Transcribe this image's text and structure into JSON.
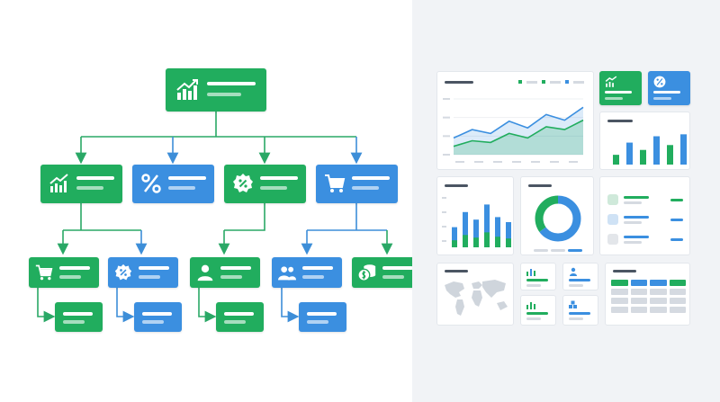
{
  "colors": {
    "green": "#21ad5e",
    "blue": "#3b8fe0",
    "arrow_green": "#2aa866",
    "arrow_blue": "#3d8ed8",
    "panel_bg": "#f1f3f6",
    "gray_bar": "#d5dae1",
    "dark_bar": "#4b5563"
  },
  "flowchart": {
    "root": {
      "color": "green",
      "icon": "trending-up-chart-icon"
    },
    "level2": [
      {
        "color": "green",
        "icon": "bar-chart-icon"
      },
      {
        "color": "blue",
        "icon": "percent-icon"
      },
      {
        "color": "green",
        "icon": "discount-badge-icon"
      },
      {
        "color": "blue",
        "icon": "shopping-cart-icon"
      }
    ],
    "level3": [
      {
        "color": "green",
        "icon": "shopping-cart-icon"
      },
      {
        "color": "blue",
        "icon": "discount-badge-icon"
      },
      {
        "color": "green",
        "icon": "user-icon"
      },
      {
        "color": "blue",
        "icon": "users-icon"
      },
      {
        "color": "green",
        "icon": "coins-icon"
      }
    ],
    "level4": [
      {
        "color": "green"
      },
      {
        "color": "blue"
      },
      {
        "color": "green"
      },
      {
        "color": "blue"
      }
    ]
  },
  "dashboard": {
    "kpi_tiles": [
      {
        "color": "green",
        "icon": "trending-up-icon"
      },
      {
        "color": "blue",
        "icon": "percent-icon"
      }
    ],
    "area_chart": {
      "series": [
        {
          "color": "#3b8fe0",
          "values": [
            30,
            45,
            38,
            60,
            48,
            72,
            62,
            85
          ]
        },
        {
          "color": "#21ad5e",
          "values": [
            15,
            25,
            22,
            38,
            30,
            50,
            45,
            62
          ]
        }
      ]
    },
    "bar_chart_small": {
      "values": [
        20,
        45,
        30,
        58,
        40,
        62
      ],
      "colors": [
        "green",
        "blue",
        "green",
        "blue",
        "green",
        "blue"
      ]
    },
    "bar_chart_stacked": {
      "values": [
        40,
        70,
        55,
        85,
        60,
        50
      ],
      "colors": [
        "blue",
        "blue",
        "blue",
        "blue",
        "blue",
        "blue"
      ]
    },
    "donut": {
      "segments": [
        {
          "value": 65,
          "color": "#3b8fe0"
        },
        {
          "value": 35,
          "color": "#21ad5e"
        }
      ]
    },
    "legend_rows": [
      {
        "swatch": "#cfe9da",
        "line": "#21ad5e"
      },
      {
        "swatch": "#cfe2f5",
        "line": "#3b8fe0"
      },
      {
        "swatch": "#e3e6ea",
        "line": "#3b8fe0"
      }
    ],
    "mini_widgets": [
      {
        "icon": "bar-chart-icon",
        "line": "#21ad5e"
      },
      {
        "icon": "person-icon",
        "line": "#3b8fe0"
      },
      {
        "icon": "bar-chart-icon",
        "line": "#21ad5e"
      },
      {
        "icon": "cubes-icon",
        "line": "#3b8fe0"
      }
    ]
  }
}
